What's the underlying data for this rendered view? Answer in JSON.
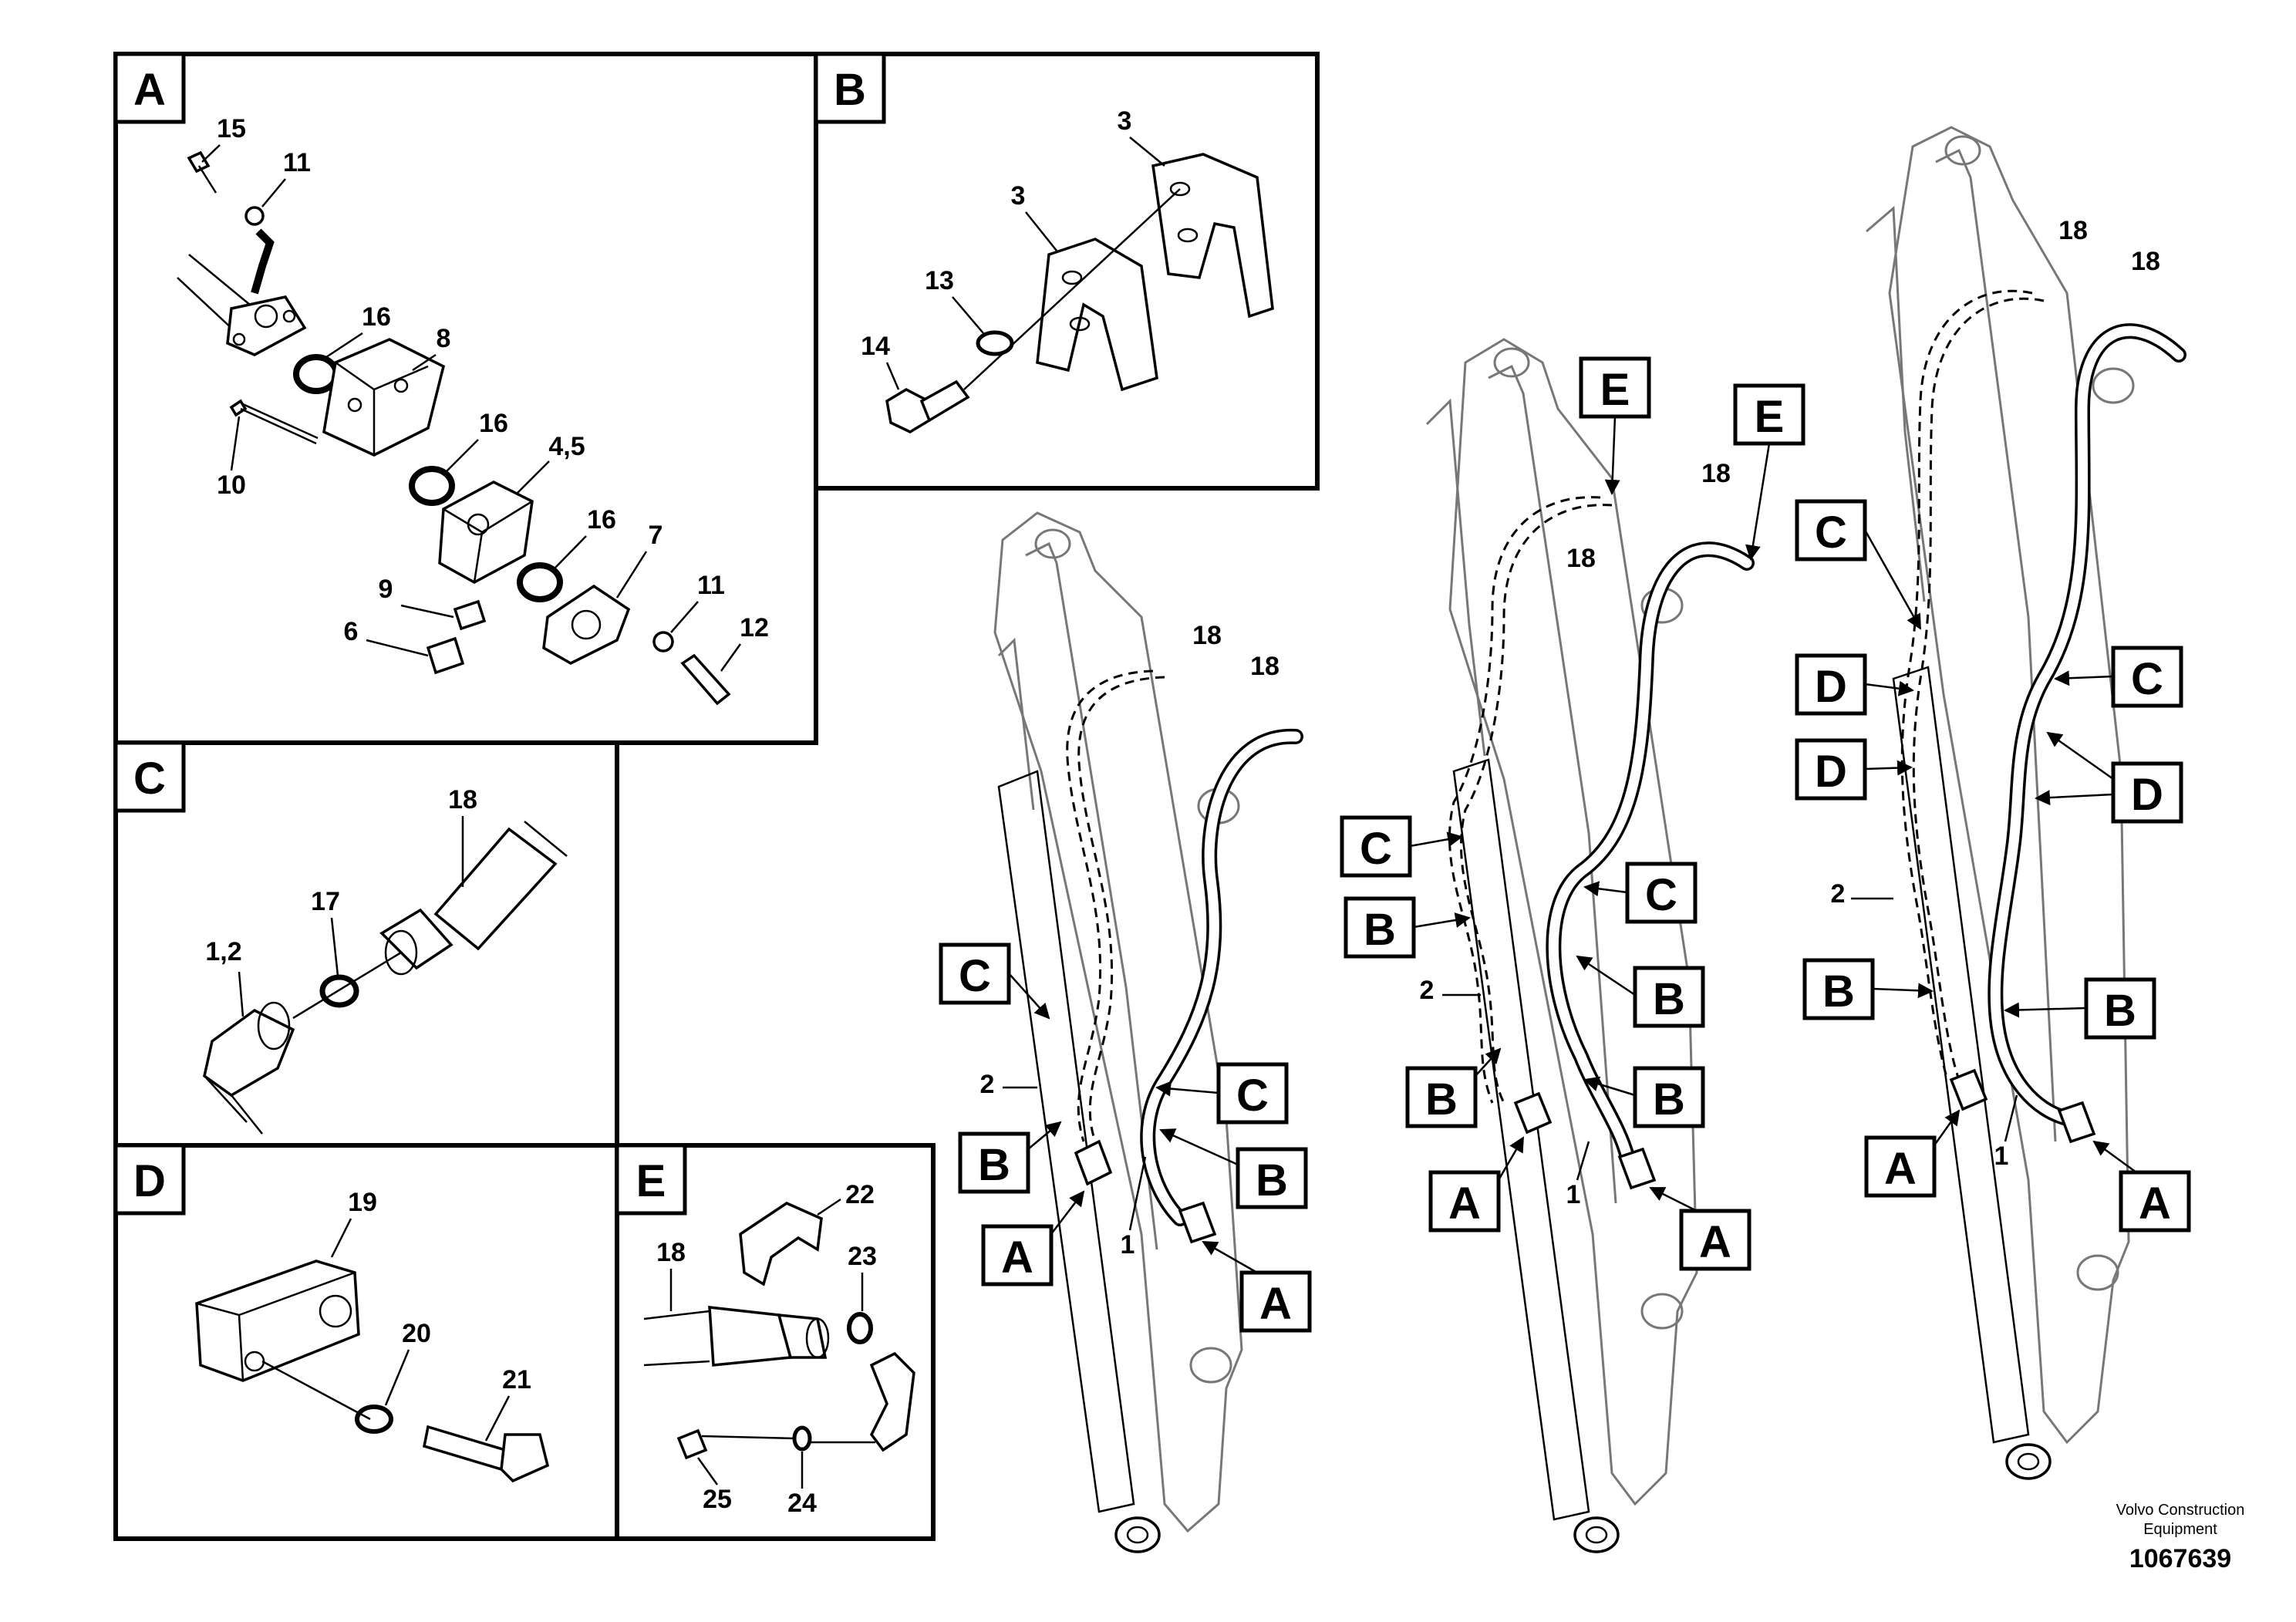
{
  "figure_number": "1067639",
  "credit": {
    "line1": "Volvo Construction",
    "line2": "Equipment"
  },
  "panels": {
    "A": {
      "letter": "A",
      "callouts": [
        {
          "key": "15",
          "text": "15"
        },
        {
          "key": "11a",
          "text": "11"
        },
        {
          "key": "16a",
          "text": "16"
        },
        {
          "key": "8",
          "text": "8"
        },
        {
          "key": "16b",
          "text": "16"
        },
        {
          "key": "10",
          "text": "10"
        },
        {
          "key": "45",
          "text": "4,5"
        },
        {
          "key": "16c",
          "text": "16"
        },
        {
          "key": "7",
          "text": "7"
        },
        {
          "key": "9",
          "text": "9"
        },
        {
          "key": "11b",
          "text": "11"
        },
        {
          "key": "6",
          "text": "6"
        },
        {
          "key": "12",
          "text": "12"
        }
      ]
    },
    "B": {
      "letter": "B",
      "callouts": [
        {
          "key": "3a",
          "text": "3"
        },
        {
          "key": "3b",
          "text": "3"
        },
        {
          "key": "13",
          "text": "13"
        },
        {
          "key": "14",
          "text": "14"
        }
      ]
    },
    "C": {
      "letter": "C",
      "callouts": [
        {
          "key": "18",
          "text": "18"
        },
        {
          "key": "17",
          "text": "17"
        },
        {
          "key": "12",
          "text": "1,2"
        }
      ]
    },
    "D": {
      "letter": "D",
      "callouts": [
        {
          "key": "19",
          "text": "19"
        },
        {
          "key": "20",
          "text": "20"
        },
        {
          "key": "21",
          "text": "21"
        }
      ]
    },
    "E": {
      "letter": "E",
      "callouts": [
        {
          "key": "22",
          "text": "22"
        },
        {
          "key": "18",
          "text": "18"
        },
        {
          "key": "23",
          "text": "23"
        },
        {
          "key": "25",
          "text": "25"
        },
        {
          "key": "24",
          "text": "24"
        }
      ]
    }
  },
  "booms": [
    {
      "part_labels": [
        {
          "key": "18a",
          "text": "18"
        },
        {
          "key": "18b",
          "text": "18"
        },
        {
          "key": "2",
          "text": "2"
        },
        {
          "key": "1",
          "text": "1"
        }
      ],
      "detail_tags": [
        {
          "key": "C-left",
          "text": "C"
        },
        {
          "key": "C-right",
          "text": "C"
        },
        {
          "key": "B-left",
          "text": "B"
        },
        {
          "key": "B-right",
          "text": "B"
        },
        {
          "key": "A-left",
          "text": "A"
        },
        {
          "key": "A-right",
          "text": "A"
        }
      ]
    },
    {
      "part_labels": [
        {
          "key": "18a",
          "text": "18"
        },
        {
          "key": "18b",
          "text": "18"
        },
        {
          "key": "2",
          "text": "2"
        },
        {
          "key": "1",
          "text": "1"
        }
      ],
      "detail_tags": [
        {
          "key": "E-left",
          "text": "E"
        },
        {
          "key": "E-right",
          "text": "E"
        },
        {
          "key": "C-left",
          "text": "C"
        },
        {
          "key": "C-right",
          "text": "C"
        },
        {
          "key": "B-left1",
          "text": "B"
        },
        {
          "key": "B-left2",
          "text": "B"
        },
        {
          "key": "B-right1",
          "text": "B"
        },
        {
          "key": "B-right2",
          "text": "B"
        },
        {
          "key": "A-left",
          "text": "A"
        },
        {
          "key": "A-right",
          "text": "A"
        }
      ]
    },
    {
      "part_labels": [
        {
          "key": "18a",
          "text": "18"
        },
        {
          "key": "18b",
          "text": "18"
        },
        {
          "key": "2",
          "text": "2"
        },
        {
          "key": "1",
          "text": "1"
        }
      ],
      "detail_tags": [
        {
          "key": "C-left",
          "text": "C"
        },
        {
          "key": "C-right",
          "text": "C"
        },
        {
          "key": "D-left1",
          "text": "D"
        },
        {
          "key": "D-left2",
          "text": "D"
        },
        {
          "key": "D-right",
          "text": "D"
        },
        {
          "key": "B-left",
          "text": "B"
        },
        {
          "key": "B-right",
          "text": "B"
        },
        {
          "key": "A-left",
          "text": "A"
        },
        {
          "key": "A-right",
          "text": "A"
        }
      ]
    }
  ]
}
